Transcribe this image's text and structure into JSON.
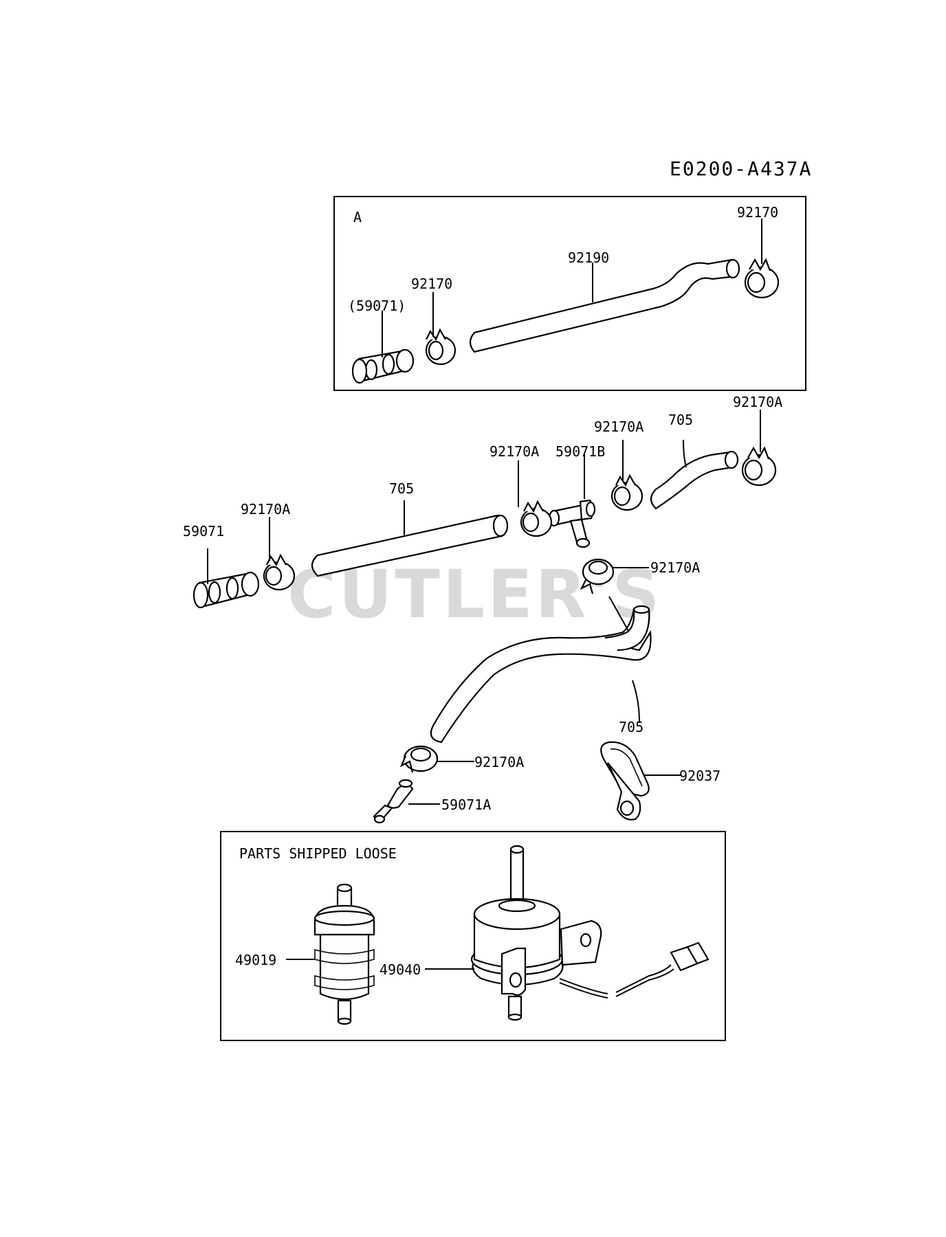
{
  "diagram_code": "E0200-A437A",
  "watermark": "CUTLER'S",
  "box_a": {
    "title": "A"
  },
  "box_loose": {
    "title": "PARTS SHIPPED LOOSE"
  },
  "labels": {
    "a_92170_right": "92170",
    "a_92190": "92190",
    "a_92170_left": "92170",
    "a_59071_paren": "(59071)",
    "m_92170A_top_right": "92170A",
    "m_705_upper": "705",
    "m_92170A_mid": "92170A",
    "m_92170A_tee_left": "92170A",
    "m_59071B": "59071B",
    "m_705_long": "705",
    "m_92170A_left": "92170A",
    "m_59071": "59071",
    "m_92170A_tee_down": "92170A",
    "m_705_lower": "705",
    "m_92170A_bottom": "92170A",
    "m_92037": "92037",
    "m_59071A": "59071A",
    "l_49019": "49019",
    "l_49040": "49040"
  }
}
